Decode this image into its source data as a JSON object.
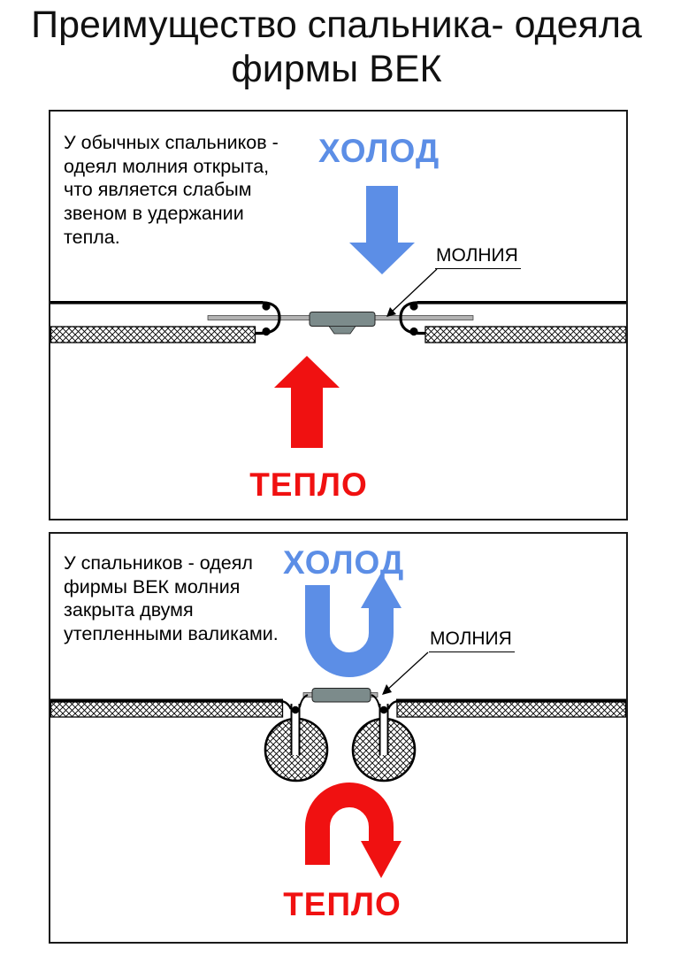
{
  "title": {
    "text": "Преимущество спальника- одеяла\nфирмы ВЕК"
  },
  "colors": {
    "cold_blue": "#5c8ee6",
    "heat_red": "#f01111",
    "slider_gray": "#7c8b8b",
    "tape_gray": "#b3b3b3"
  },
  "panel1": {
    "description": "У обычных спальников -\nодеял молния открыта,\nчто является слабым\nзвеном в удержании\nтепла.",
    "cold_label": "ХОЛОД",
    "heat_label": "ТЕПЛО",
    "zipper_label": "МОЛНИЯ"
  },
  "panel2": {
    "description": "У спальников - одеял\nфирмы ВЕК молния\nзакрыта двумя\nутепленными валиками.",
    "cold_label": "ХОЛОД",
    "heat_label": "ТЕПЛО",
    "zipper_label": "МОЛНИЯ"
  }
}
